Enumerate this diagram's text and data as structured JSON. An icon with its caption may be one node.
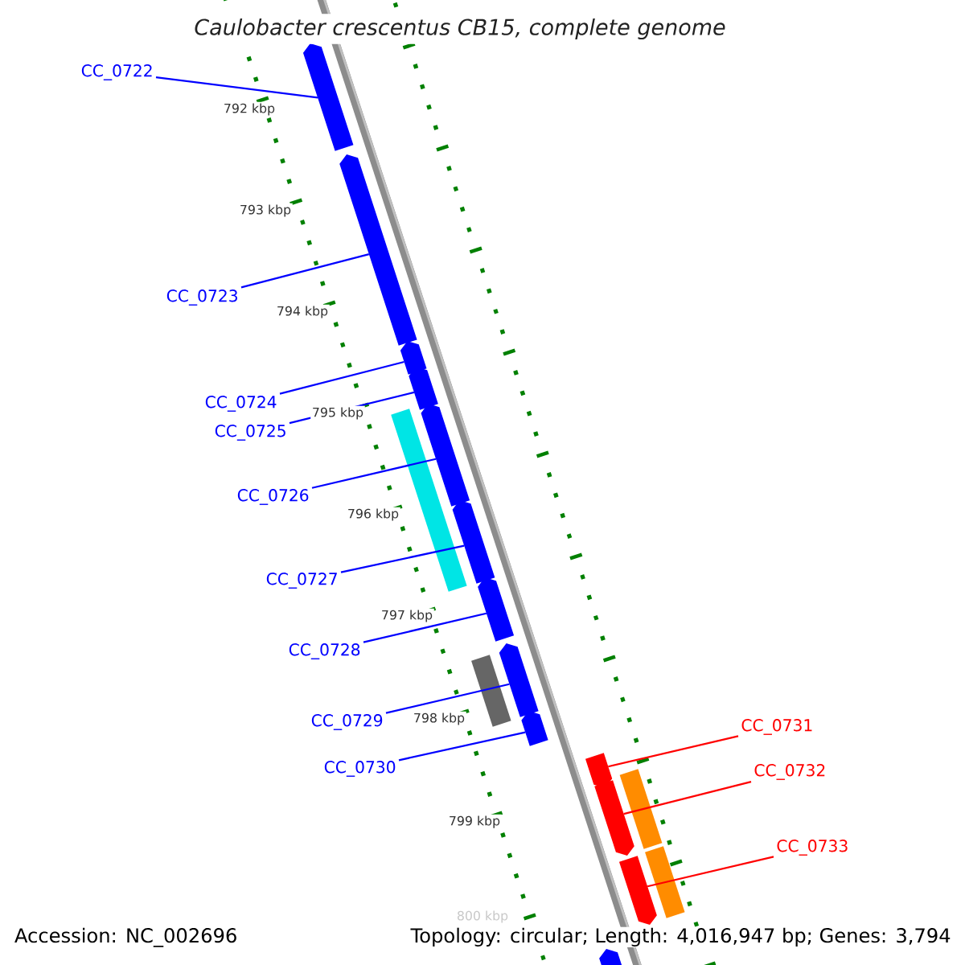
{
  "diagram": {
    "title": "Caulobacter crescentus CB15, complete genome",
    "nodes": [
      {
        "text": [
          "CC_0722"
        ]
      },
      {
        "text": [
          "CC_0723"
        ]
      },
      {
        "text": [
          "CC_0724"
        ]
      },
      {
        "text": [
          "CC_0725"
        ]
      },
      {
        "text": [
          "CC_0726"
        ]
      },
      {
        "text": [
          "CC_0727"
        ]
      },
      {
        "text": [
          "CC_0728"
        ]
      },
      {
        "text": [
          "CC_0729"
        ]
      },
      {
        "text": [
          "CC_0730"
        ]
      },
      {
        "text": [
          "CC_0731"
        ]
      },
      {
        "text": [
          "CC_0732"
        ]
      },
      {
        "text": [
          "CC_0733"
        ]
      },
      {
        "text": [],
        "shape": "arrow"
      },
      {
        "text": [],
        "shape": "arrow"
      },
      {
        "text": [],
        "shape": "arrow"
      },
      {
        "text": [],
        "shape": "arrow"
      },
      {
        "text": [],
        "shape": "arrow"
      },
      {
        "text": [],
        "shape": "arrow"
      },
      {
        "text": [],
        "shape": "arrow"
      },
      {
        "text": [],
        "shape": "arrow"
      },
      {
        "text": [],
        "shape": "arrow"
      },
      {
        "text": [],
        "shape": "bar"
      },
      {
        "text": [],
        "shape": "bar"
      },
      {
        "text": [],
        "shape": "arrow"
      },
      {
        "text": [],
        "shape": "arrow"
      },
      {
        "text": [],
        "shape": "arrow"
      },
      {
        "text": [],
        "shape": "bar"
      },
      {
        "text": [],
        "shape": "bar"
      },
      {
        "text": [],
        "shape": "arrow"
      }
    ],
    "edges": [
      {
        "from": 0,
        "to": 12,
        "arrow": "none"
      },
      {
        "from": 1,
        "to": 13,
        "arrow": "none"
      },
      {
        "from": 2,
        "to": 14,
        "arrow": "none"
      },
      {
        "from": 3,
        "to": 15,
        "arrow": "none"
      },
      {
        "from": 4,
        "to": 16,
        "arrow": "none"
      },
      {
        "from": 5,
        "to": 17,
        "arrow": "none"
      },
      {
        "from": 6,
        "to": 18,
        "arrow": "none"
      },
      {
        "from": 7,
        "to": 19,
        "arrow": "none"
      },
      {
        "from": 8,
        "to": 20,
        "arrow": "none"
      },
      {
        "from": 9,
        "to": 23,
        "arrow": "none",
        "color": "#ff0000"
      },
      {
        "from": 10,
        "to": 24,
        "arrow": "none",
        "color": "#ff0000"
      },
      {
        "from": 11,
        "to": 25,
        "arrow": "none",
        "color": "#ff0000"
      }
    ],
    "labels": [
      "792 kbp",
      "793 kbp",
      "794 kbp",
      "795 kbp",
      "796 kbp",
      "797 kbp",
      "798 kbp",
      "799 kbp",
      "800 kbp",
      "Accession: NC_002696",
      "Topology: circular; Length: 4,016,947 bp; Genes: 3,794"
    ]
  }
}
